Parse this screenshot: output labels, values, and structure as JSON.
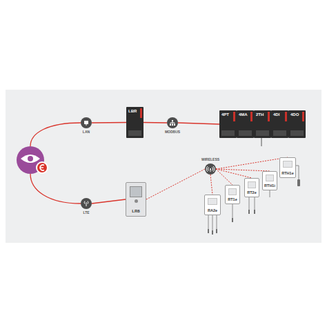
{
  "diagram": {
    "nodes": [
      {
        "text": [
          "LAN"
        ]
      },
      {
        "text": [
          "LBR"
        ]
      },
      {
        "text": [
          "MODBUS"
        ]
      },
      {
        "text": [
          "4PT"
        ]
      },
      {
        "text": [
          "4MA"
        ]
      },
      {
        "text": [
          "2TH"
        ]
      },
      {
        "text": [
          "4DI"
        ]
      },
      {
        "text": [
          "4DO"
        ]
      },
      {
        "text": [
          "LTE"
        ]
      },
      {
        "text": [
          "LR8"
        ]
      },
      {
        "text": [
          "WIRELESS"
        ]
      },
      {
        "text": [
          "RA2e"
        ]
      },
      {
        "text": [
          "RT1e"
        ]
      },
      {
        "text": [
          "RT2e"
        ]
      },
      {
        "text": [
          "RTH1i"
        ]
      },
      {
        "text": [
          "RTH1e"
        ]
      }
    ],
    "edges": [
      {
        "from": 0,
        "to": 1,
        "arrow": "none"
      },
      {
        "from": 1,
        "to": 2,
        "arrow": "none"
      },
      {
        "from": 2,
        "to": 3,
        "arrow": "none"
      },
      {
        "from": 8,
        "to": 9,
        "arrow": "none"
      },
      {
        "from": 9,
        "to": 10,
        "arrow": "none"
      },
      {
        "from": 10,
        "to": 11,
        "arrow": "none"
      },
      {
        "from": 10,
        "to": 12,
        "arrow": "none"
      },
      {
        "from": 10,
        "to": 13,
        "arrow": "none"
      },
      {
        "from": 10,
        "to": 14,
        "arrow": "none"
      },
      {
        "from": 10,
        "to": 15,
        "arrow": "none"
      }
    ]
  }
}
